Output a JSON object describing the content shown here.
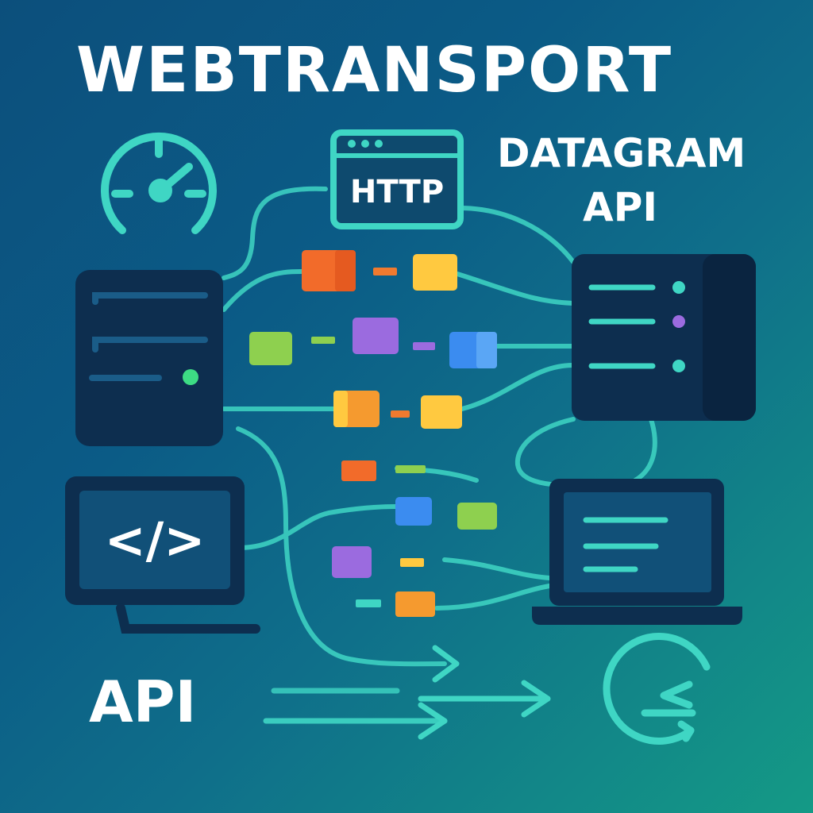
{
  "title": "WEBTRANSPORT",
  "datagram_label": {
    "line1": "DATAGRAM",
    "line2": "API"
  },
  "api_label": "API",
  "http_label": "HTTP",
  "code_glyph": "</>",
  "colors": {
    "background_start": "#0c4f7c",
    "background_end": "#149a86",
    "accent": "#3fd6c4",
    "device_fill": "#0d2e4f",
    "text": "#ffffff"
  },
  "icons": [
    "speedometer-icon",
    "browser-window-icon",
    "server-icon",
    "code-monitor-icon",
    "laptop-icon",
    "refresh-icon",
    "arrow-right-icon"
  ]
}
